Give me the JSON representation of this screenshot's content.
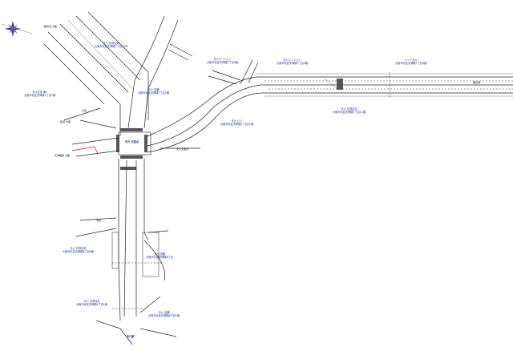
{
  "title": "交差点平面図",
  "colors": {
    "lines": "#222222",
    "labels": "#1a2a8a",
    "highlight": "#cc2222",
    "compass": "#4a3a8a"
  },
  "compass": {
    "icon": "compass-rose-icon"
  },
  "labels": [
    {
      "name": "bldg-north",
      "lines": [
        "天六 共同住宅",
        "大阪市北区天神橋7丁目10号"
      ]
    },
    {
      "name": "bldg-west",
      "lines": [
        "天六住宅 第2",
        "大阪市北区天神橋7丁目1番"
      ]
    },
    {
      "name": "bldg-center",
      "lines": [
        "天六 店舗",
        "大阪市北区天神橋7丁目2番"
      ]
    },
    {
      "name": "bldg-ne",
      "lines": [
        "天六マンション",
        "大阪市北区天神橋7丁目3番"
      ]
    },
    {
      "name": "bldg-top-mid",
      "lines": [
        "天六マンション",
        "大阪市北区天神橋7丁目4番"
      ]
    },
    {
      "name": "bldg-top-right",
      "lines": [
        "ハイツ天六",
        "大阪市北区天神橋7丁目5番"
      ]
    },
    {
      "name": "bldg-east-mid",
      "lines": [
        "天六 共同住宅",
        "大阪市北区天神橋7丁目11番"
      ]
    },
    {
      "name": "bldg-curve",
      "lines": [
        "天六 ビル",
        "大阪市北区天神橋7丁目21番"
      ]
    },
    {
      "name": "bldg-sw1",
      "lines": [
        "天六 共同住宅",
        "大阪市北区天神橋6丁目9番"
      ]
    },
    {
      "name": "bldg-se1",
      "lines": [
        "天六 店舗",
        "大阪市北区天神橋6丁目"
      ]
    },
    {
      "name": "bldg-sw2",
      "lines": [
        "天六 共同住宅",
        "大阪市北区天神橋6丁目1番"
      ]
    },
    {
      "name": "bldg-se2",
      "lines": [
        "天六 店舗",
        "大阪市北区天神橋6丁目1番"
      ]
    }
  ],
  "road_names": [
    "都島通 方面",
    "国道 方面",
    "天神橋筋 方面",
    "都島通",
    "天六 交差点",
    "天六駅"
  ],
  "street_tags": [
    "市道",
    "天六交差点",
    "市道"
  ]
}
